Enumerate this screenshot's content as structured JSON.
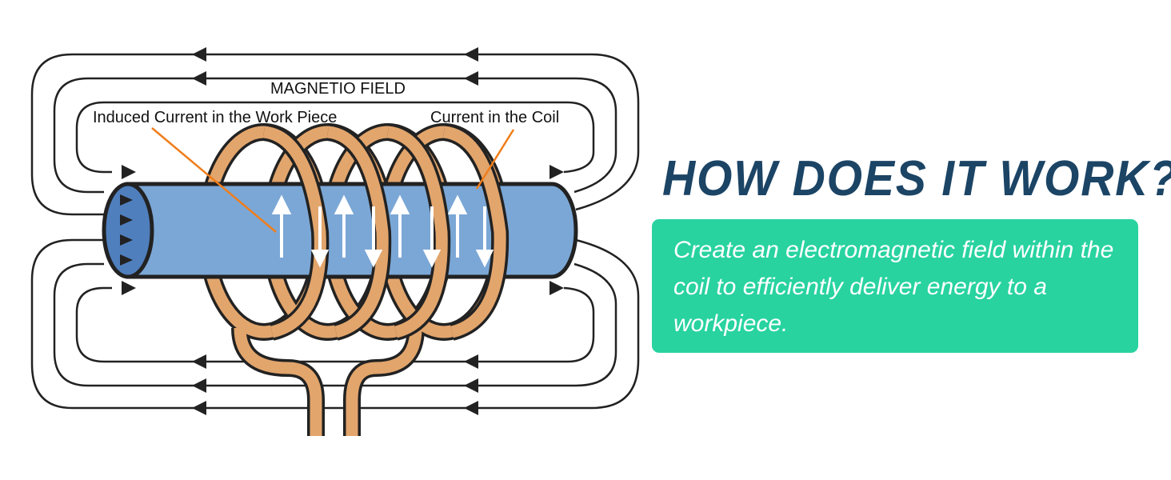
{
  "diagram": {
    "field_label": "MAGNETIO FIELD",
    "workpiece_label": "Induced Current in the Work Piece",
    "coil_label": "Current in the Coil"
  },
  "heading": "HOW DOES IT WORK?",
  "description": "Create an electromagnetic field within the coil to efficiently deliver energy to a workpiece.",
  "colors": {
    "heading": "#1b4465",
    "box": "#28d3a0",
    "workpiece": "#7ba7d6",
    "coil": "#e2a56c",
    "pointer": "#f07d1a"
  }
}
